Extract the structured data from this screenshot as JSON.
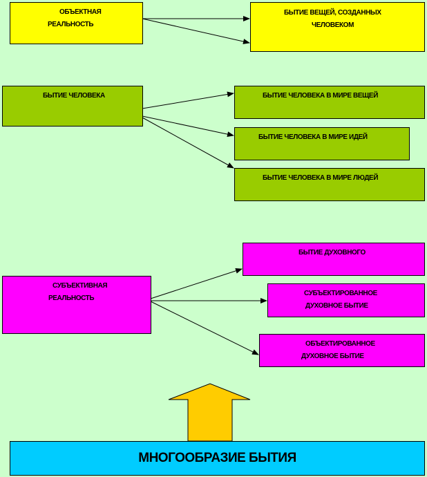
{
  "colors": {
    "background": "#ccffcc",
    "objective": "#ffff00",
    "human": "#99cc00",
    "subjective": "#ff00ff",
    "bottom": "#00ccff",
    "arrow_up": "#ffcc00"
  },
  "objective": {
    "source_line1": "ОБЪЕКТНАЯ",
    "source_line2": "РЕАЛЬНОСТЬ",
    "target_line1": "БЫТИЕ ВЕЩЕЙ, СОЗДАННЫХ",
    "target_line2": "ЧЕЛОВЕКОМ"
  },
  "human": {
    "source": "БЫТИЕ ЧЕЛОВЕКА",
    "targets": [
      "БЫТИЕ ЧЕЛОВЕКА В МИРЕ  ВЕЩЕЙ",
      "БЫТИЕ ЧЕЛОВЕКА В МИРЕ ИДЕЙ",
      "БЫТИЕ ЧЕЛОВЕКА В МИРЕ ЛЮДЕЙ"
    ]
  },
  "subjective": {
    "source_line1": "СУБЪЕКТИВНАЯ",
    "source_line2": "РЕАЛЬНОСТЬ",
    "target1": "БЫТИЕ ДУХОВНОГО",
    "target2_line1": "СУБЪЕКТИРОВАННОЕ",
    "target2_line2": "ДУХОВНОЕ БЫТИЕ",
    "target3_line1": "ОБЪЕКТИРОВАННОЕ",
    "target3_line2": "ДУХОВНОЕ БЫТИЕ"
  },
  "bottom_label": "МНОГООБРАЗИЕ БЫТИЯ"
}
